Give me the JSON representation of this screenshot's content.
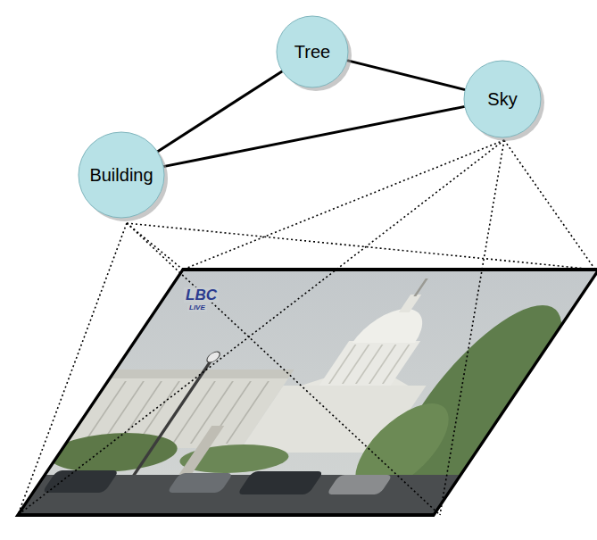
{
  "diagram": {
    "nodes": [
      {
        "text": [
          "Tree"
        ]
      },
      {
        "text": [
          "Sky"
        ]
      },
      {
        "text": [
          "Building"
        ]
      }
    ],
    "edges": [
      {
        "from": 0,
        "to": 2,
        "arrow": "none"
      },
      {
        "from": 0,
        "to": 1,
        "arrow": "none"
      },
      {
        "from": 2,
        "to": 1,
        "arrow": "none"
      }
    ],
    "labels": [
      "LBC",
      "LIVE"
    ]
  }
}
